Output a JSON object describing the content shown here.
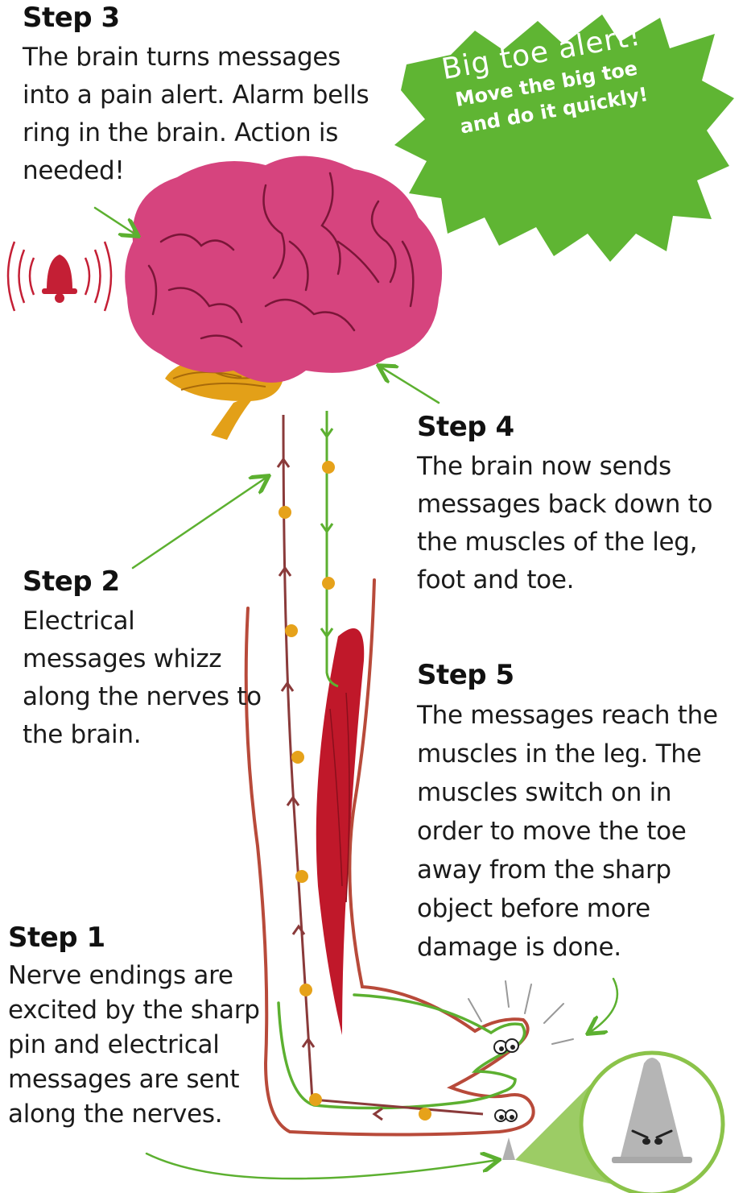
{
  "steps": {
    "step3": {
      "title": "Step 3",
      "text": "The brain turns messages into a pain alert. Alarm bells ring in the brain. Action is needed!"
    },
    "step4": {
      "title": "Step 4",
      "text": "The brain now sends messages back down to the muscles of the leg, foot and toe."
    },
    "step2": {
      "title": "Step 2",
      "text": "Electrical messages whizz along the nerves to the brain."
    },
    "step5": {
      "title": "Step 5",
      "text": "The messages reach the muscles in the leg. The muscles switch on in order to move the toe away from the sharp object before more damage is done."
    },
    "step1": {
      "title": "Step 1",
      "text": "Nerve endings are excited by the sharp pin and electrical messages are sent along the nerves."
    }
  },
  "alert": {
    "title": "Big toe alert!",
    "line1": "Move the big toe",
    "line2": "and do it quickly!"
  },
  "icons": [
    "alarm-bell-icon",
    "brain-illustration",
    "leg-illustration",
    "pin-icon"
  ],
  "colors": {
    "brain": "#d6447e",
    "brain_lines": "#7a1638",
    "cerebellum": "#e3a018",
    "sensory_nerve": "#8a3a3a",
    "motor_nerve": "#5cb030",
    "muscle": "#c0182a",
    "leg_outline": "#b84a3a",
    "burst": "#5fb533",
    "signal_dot": "#e6a21a",
    "pin": "#b0b0b0"
  }
}
